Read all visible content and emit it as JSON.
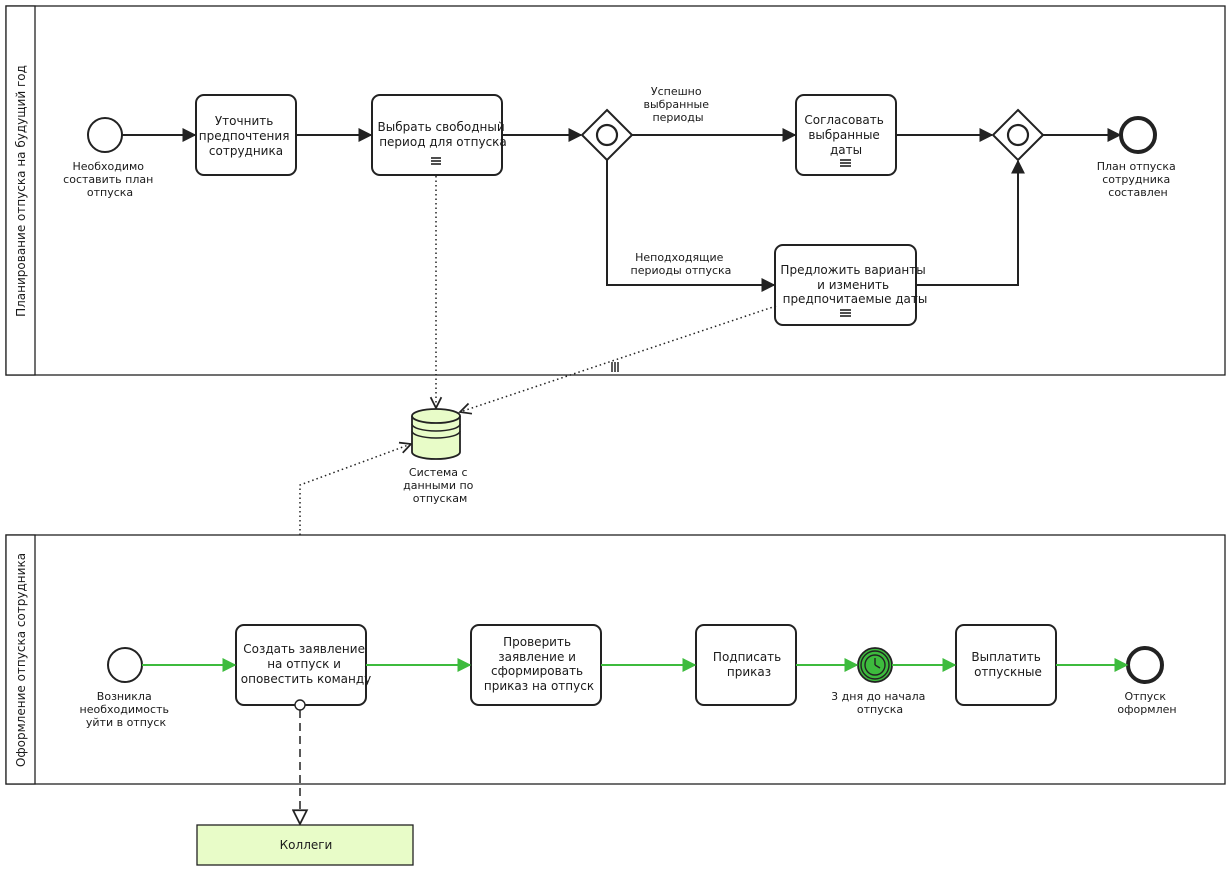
{
  "pools": {
    "top_label": "Планирование отпуска на будущий год",
    "bottom_label": "Оформление отпуска сотрудника"
  },
  "top": {
    "start_event": [
      "Необходимо",
      "составить план",
      "отпуска"
    ],
    "task_clarify": [
      "Уточнить",
      "предпочтения",
      "сотрудника"
    ],
    "task_choose": [
      "Выбрать свободный",
      "период для отпуска"
    ],
    "flow_success": [
      "Успешно",
      "выбранные",
      "периоды"
    ],
    "task_agree": [
      "Согласовать",
      "выбранные",
      "даты"
    ],
    "flow_unsuitable": [
      "Неподходящие",
      "периоды отпуска"
    ],
    "task_propose": [
      "Предложить варианты",
      "и изменить",
      "предпочитаемые даты"
    ],
    "end_event": [
      "План отпуска",
      "сотрудника",
      "составлен"
    ]
  },
  "datastore": [
    "Система с",
    "данными по",
    "отпускам"
  ],
  "bottom": {
    "start_event": [
      "Возникла",
      "необходимость",
      "уйти в отпуск"
    ],
    "task_create": [
      "Создать заявление",
      "на отпуск и",
      "оповестить команду"
    ],
    "task_check": [
      "Проверить",
      "заявление и",
      "сформировать",
      "приказ на отпуск"
    ],
    "task_sign": [
      "Подписать",
      "приказ"
    ],
    "timer_event": [
      "3 дня до начала",
      "отпуска"
    ],
    "task_pay": [
      "Выплатить",
      "отпускные"
    ],
    "end_event": [
      "Отпуск",
      "оформлен"
    ]
  },
  "external": {
    "colleagues": "Коллеги"
  },
  "colors": {
    "green_flow": "#3dbb3d",
    "datastore_fill": "#e8fcc8",
    "colleagues_fill": "#e8fcc8",
    "timer_fill": "#3dbb3d"
  },
  "icons": {
    "multi_instance": "parallel-lines-icon",
    "timer": "clock-icon",
    "gateway": "inclusive-gateway-icon",
    "datastore": "database-icon"
  }
}
